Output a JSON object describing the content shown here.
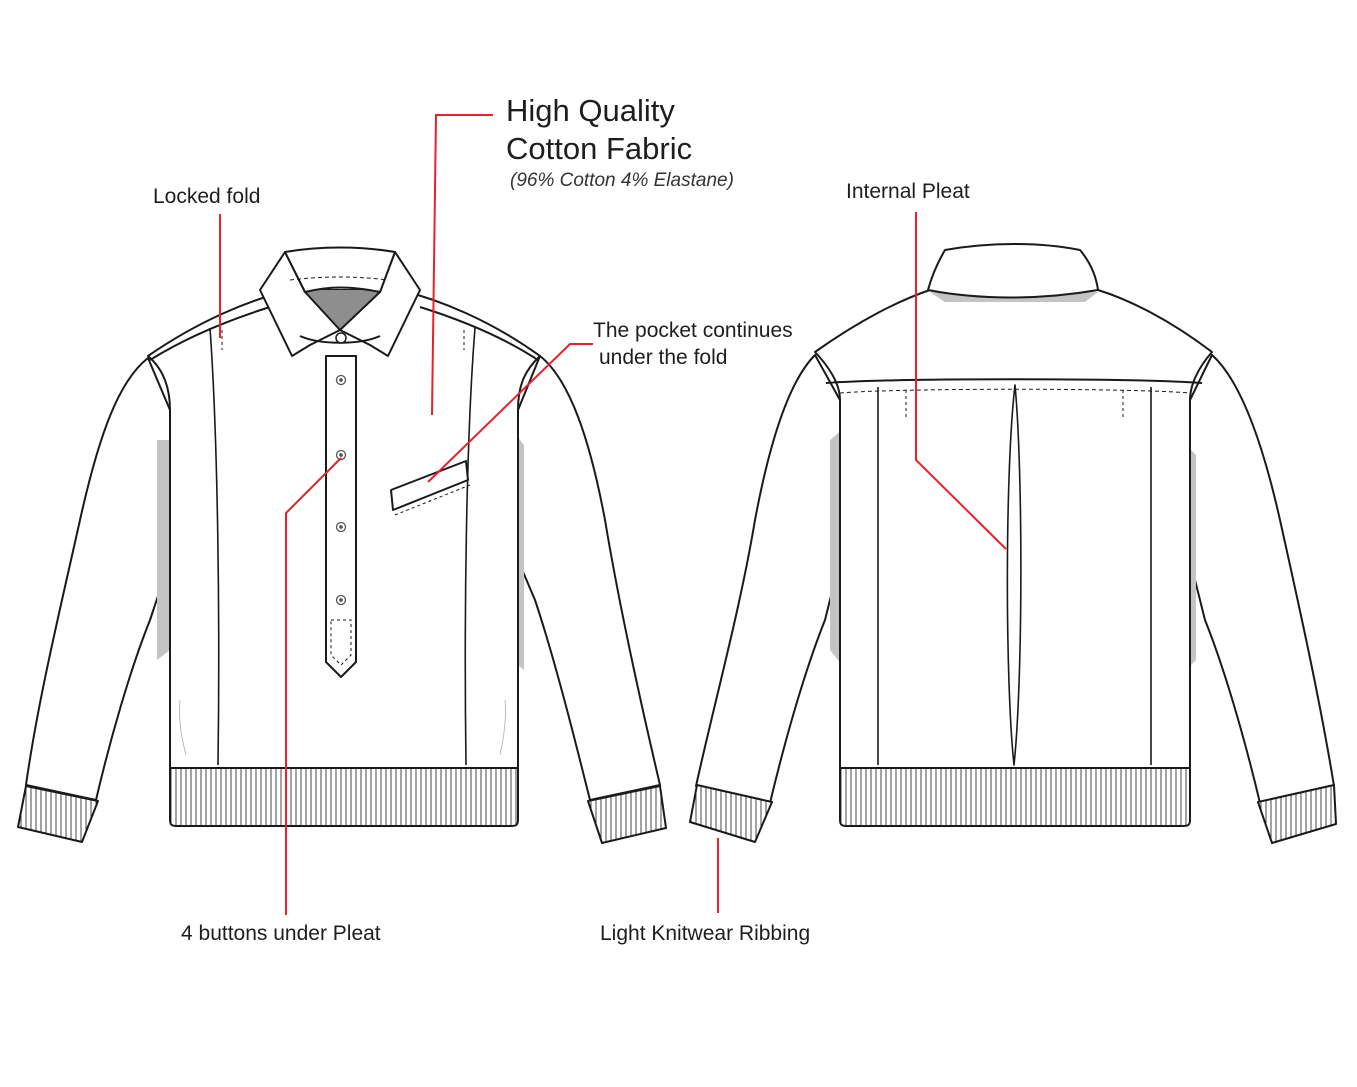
{
  "labels": {
    "title_line1": "High Quality",
    "title_line2": "Cotton Fabric",
    "composition": "(96% Cotton 4% Elastane)",
    "locked_fold": "Locked fold",
    "pocket_line1": "The pocket continues",
    "pocket_line2": "under the fold",
    "buttons": "4 buttons under Pleat",
    "internal_pleat": "Internal Pleat",
    "ribbing": "Light Knitwear Ribbing"
  },
  "colors": {
    "callout_line": "#e8212b",
    "outline": "#1a1a1a",
    "shadow": "#c4c4c4",
    "collar_shadow": "#8e8e8e",
    "text": "#1e1e1e"
  }
}
